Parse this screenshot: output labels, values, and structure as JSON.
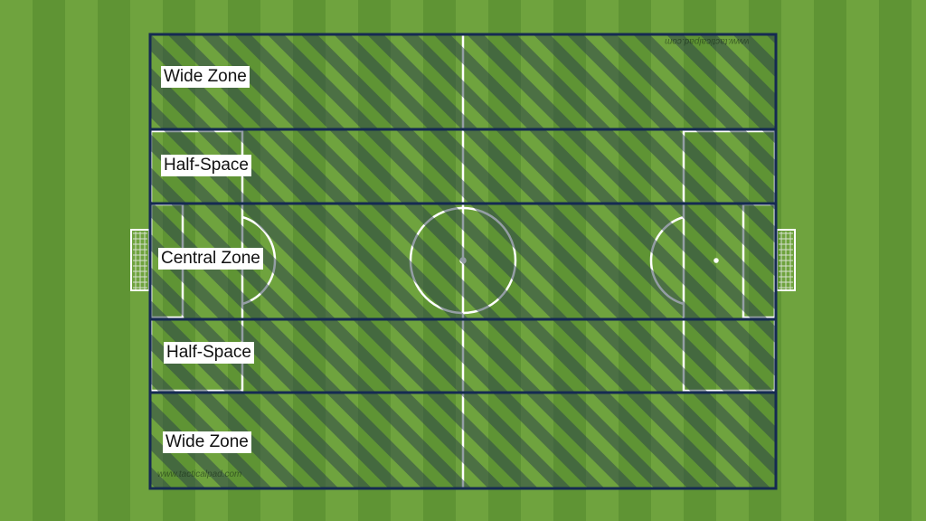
{
  "diagram": {
    "zones": [
      {
        "label": "Wide Zone"
      },
      {
        "label": "Half-Space"
      },
      {
        "label": "Central Zone"
      },
      {
        "label": "Half-Space"
      },
      {
        "label": "Wide Zone"
      }
    ],
    "watermark_top": "www.tacticalpad.com",
    "watermark_bottom": "www.tacticalpad.com",
    "colors": {
      "grass_light": "#6fa33e",
      "grass_dark": "#5f9434",
      "zone_border": "#152a52",
      "hatch": "#2a3d4a",
      "pitch_lines": "#ffffff",
      "label_bg": "#ffffff"
    }
  }
}
